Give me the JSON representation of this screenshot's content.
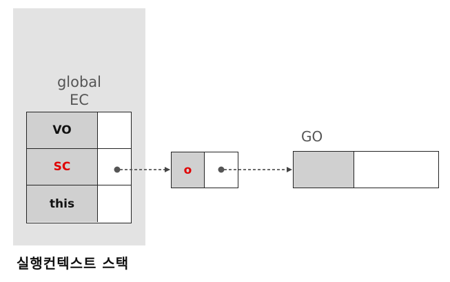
{
  "stack": {
    "caption": "실행컨텍스트 스택",
    "context_title_line1": "global",
    "context_title_line2": "EC",
    "rows": [
      {
        "label": "VO"
      },
      {
        "label": "SC"
      },
      {
        "label": "this"
      }
    ]
  },
  "scope_chain": {
    "label": "o"
  },
  "global_object": {
    "title": "GO"
  },
  "colors": {
    "highlight": "#e00000",
    "cell_fill": "#d0d0d0",
    "stack_bg": "#e3e3e3"
  }
}
